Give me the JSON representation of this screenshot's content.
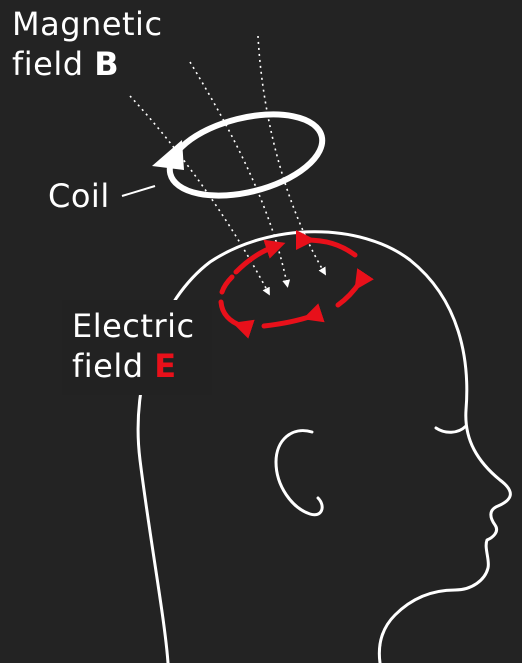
{
  "labels": {
    "magnetic_line1": "Magnetic",
    "magnetic_line2": "field",
    "magnetic_symbol": "B",
    "coil": "Coil",
    "electric_line1": "Electric",
    "electric_line2": "field",
    "electric_symbol": "E"
  },
  "colors": {
    "background": "#232323",
    "outline": "#ffffff",
    "electric_field": "#e8101a"
  },
  "icons": {
    "head": "head-profile-icon",
    "coil": "coil-loop-icon",
    "field_lines": "dotted-arrow-icon",
    "electric_loop": "dashed-loop-arrow-icon"
  }
}
